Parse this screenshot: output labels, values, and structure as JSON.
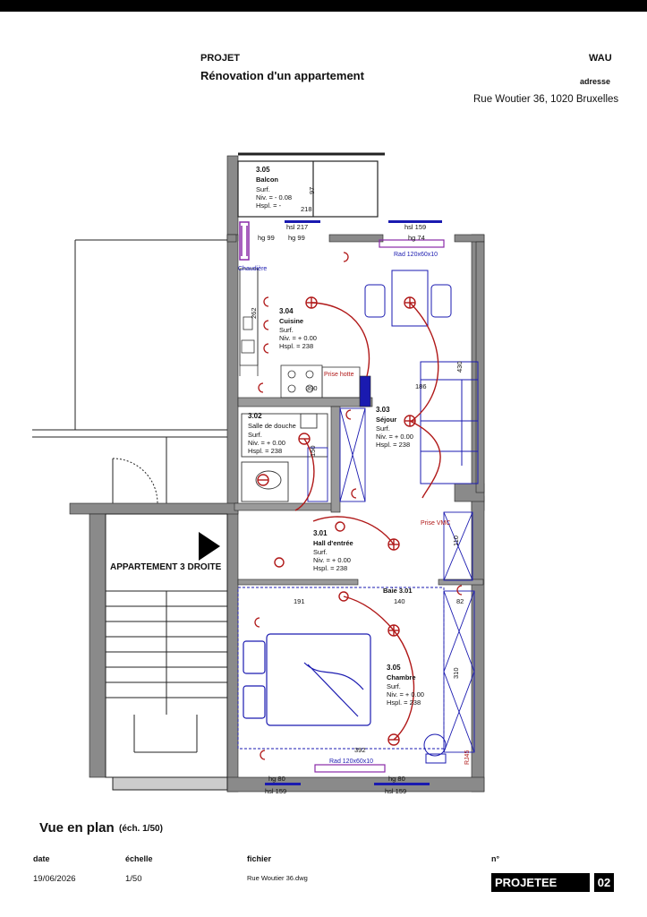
{
  "header": {
    "projet_label": "PROJET",
    "project_title": "Rénovation d'un appartement",
    "firm": "WAU",
    "address_label": "adresse",
    "address": "Rue Woutier 36, 1020 Bruxelles"
  },
  "plan": {
    "rooms": [
      {
        "id": "3.05a",
        "num": "3.05",
        "name": "Balcon",
        "surf": "Surf.",
        "niv": "Niv. = - 0.08",
        "hspl": "Hspl. = -"
      },
      {
        "id": "3.04",
        "num": "3.04",
        "name": "Cuisine",
        "surf": "Surf.",
        "niv": "Niv. = + 0.00",
        "hspl": "Hspl. = 238"
      },
      {
        "id": "3.03",
        "num": "3.03",
        "name": "Séjour",
        "surf": "Surf.",
        "niv": "Niv. = + 0.00",
        "hspl": "Hspl. = 238"
      },
      {
        "id": "3.02",
        "num": "3.02",
        "name": "Salle de douche",
        "surf": "Surf.",
        "niv": "Niv. = + 0.00",
        "hspl": "Hspl. = 238"
      },
      {
        "id": "3.01",
        "num": "3.01",
        "name": "Hall d'entrée",
        "surf": "Surf.",
        "niv": "Niv. = + 0.00",
        "hspl": "Hspl. = 238"
      },
      {
        "id": "3.05b",
        "num": "3.05",
        "name": "Chambre",
        "surf": "Surf.",
        "niv": "Niv. = + 0.00",
        "hspl": "Hspl. = 238"
      }
    ],
    "dims": {
      "d97": "97",
      "d218": "218",
      "hsl217": "hsl 217",
      "hg99a": "hg 99",
      "hg99b": "hg 99",
      "hsl159a": "hsl 159",
      "hg74": "hg 74",
      "d430": "430",
      "d186": "186",
      "d262": "262",
      "d150": "150",
      "d110": "110",
      "d191": "191",
      "d140": "140",
      "d82": "82",
      "d310": "310",
      "d392": "392",
      "hg80a": "hg 80",
      "hg80b": "hg 80",
      "hsl159b": "hsl 159",
      "hsl159c": "hsl 159",
      "d390": "390"
    },
    "notes": {
      "rad_top": "Rad 120x60x10",
      "rad_bottom": "Rad 120x60x10",
      "prise_hotte": "Prise hotte",
      "prise_vmc": "Prise VMC",
      "baie": "Baie 3.01",
      "chaudiere": "Chaudière",
      "rj45": "RJ45",
      "apartment": "APPARTEMENT 3 DROITE"
    }
  },
  "footer": {
    "view_title": "Vue en plan",
    "scale_note": "(éch. 1/50)",
    "date_label": "date",
    "date_value": "19/06/2026",
    "scale_label": "échelle",
    "scale_value": "1/50",
    "file_label": "fichier",
    "file_value": "Rue Woutier 36.dwg",
    "number_label": "n°",
    "status": "PROJETEE",
    "sheet_number": "02"
  },
  "colors": {
    "wall": "#8a8a8a",
    "electrical": "#b01818",
    "furniture": "#1a1ab0",
    "radiator": "#8a2aa8"
  }
}
